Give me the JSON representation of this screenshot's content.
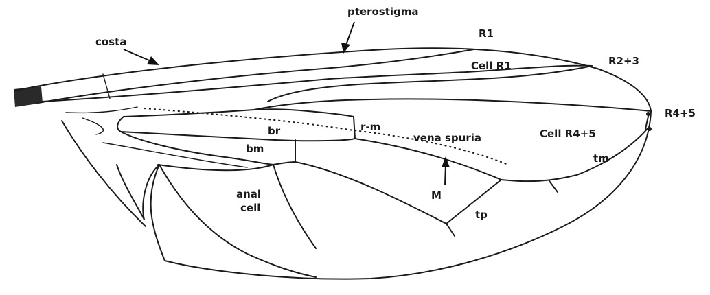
{
  "labels": {
    "costa": "costa",
    "pterostigma": "pterostigma",
    "r1": "R1",
    "cell_r1": "Cell R1",
    "r2_3": "R2+3",
    "r4_5": "R4+5",
    "br": "br",
    "r_m": "r-m",
    "vena_spuria": "vena spuria",
    "cell_r4_5": "Cell R4+5",
    "bm": "bm",
    "tm": "tm",
    "anal": "anal",
    "cell": "cell",
    "m": "M",
    "tp": "tp"
  },
  "colors": {
    "line": "#1a1a1a",
    "background": "#ffffff"
  }
}
